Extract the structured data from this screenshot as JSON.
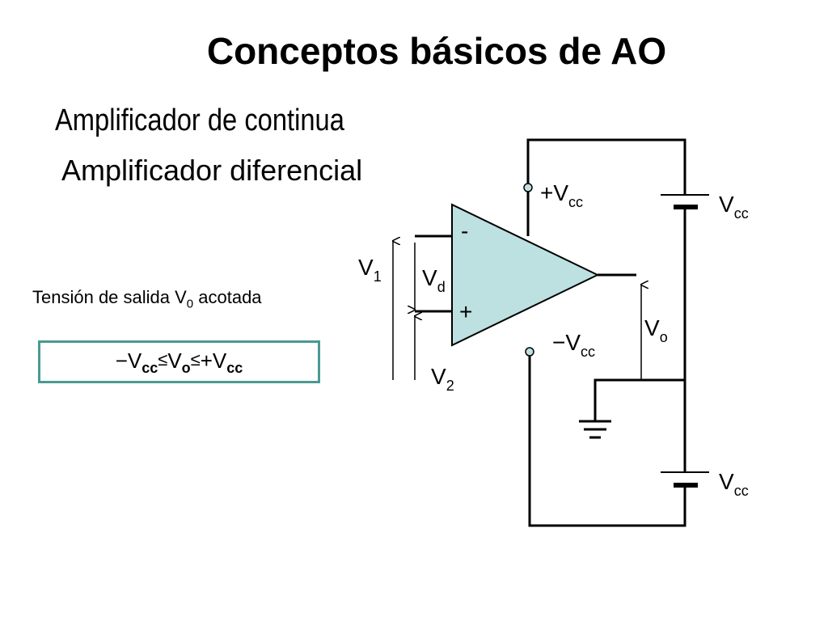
{
  "slide": {
    "title": "Conceptos básicos de AO",
    "subtitle_1": "Amplificador de continua",
    "subtitle_2": "Amplificador diferencial",
    "note": {
      "text": "Tensión de salida V",
      "sub": "0",
      "suffix": " acotada"
    },
    "formula": {
      "minus": "−V",
      "sub1": "cc",
      "le1": "≤",
      "vo": "V",
      "sub2": "o",
      "le2": "≤",
      "plus": "+V",
      "sub3": "cc"
    }
  },
  "circuit": {
    "minus_sign": "-",
    "plus_sign": "+",
    "v1": {
      "main": "V",
      "sub": "1"
    },
    "v2": {
      "main": "V",
      "sub": "2"
    },
    "vd": {
      "main": "V",
      "sub": "d"
    },
    "vo": {
      "main": "V",
      "sub": "o"
    },
    "plus_vcc": {
      "main": "+V",
      "sub": "cc"
    },
    "minus_vcc": {
      "main": "−V",
      "sub": "cc"
    },
    "vcc_top": {
      "main": "V",
      "sub": "cc"
    },
    "vcc_bottom": {
      "main": "V",
      "sub": "cc"
    }
  },
  "colors": {
    "opamp_fill": "#bde0e0",
    "box_border": "#4a9a92"
  }
}
